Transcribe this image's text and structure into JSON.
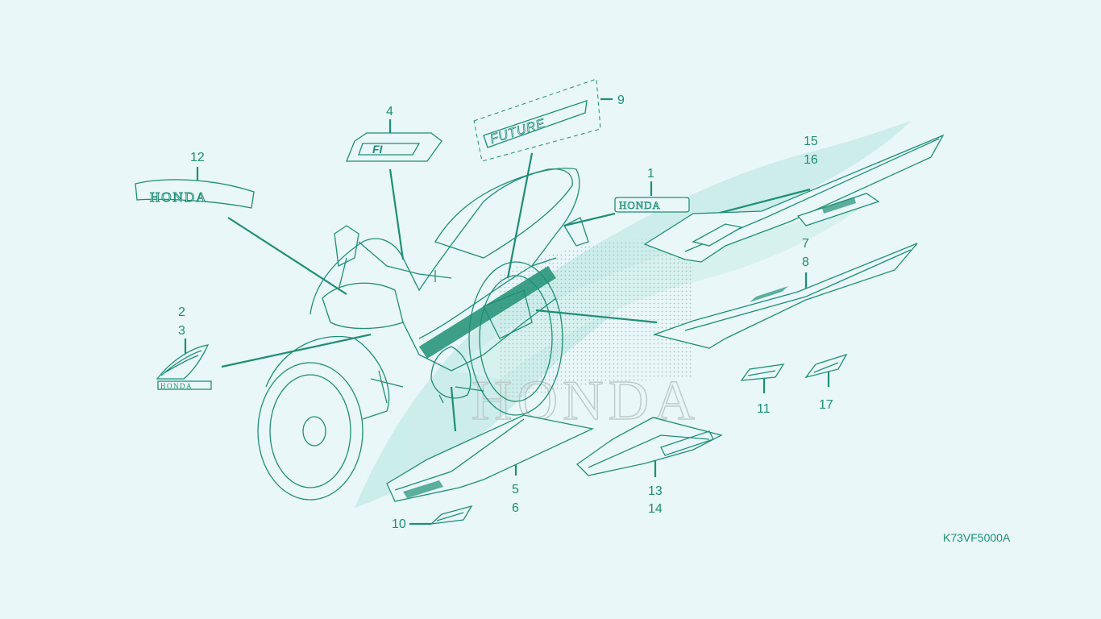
{
  "diagram": {
    "drawing_code": "K73VF5000A",
    "callouts": {
      "c1": "1",
      "c2": "2",
      "c3": "3",
      "c4": "4",
      "c5": "5",
      "c6": "6",
      "c7": "7",
      "c8": "8",
      "c9": "9",
      "c10": "10",
      "c11": "11",
      "c12": "12",
      "c13": "13",
      "c14": "14",
      "c15": "15",
      "c16": "16",
      "c17": "17"
    },
    "decal_text": {
      "honda": "HONDA",
      "future": "FUTURE",
      "fi": "FI"
    },
    "colors": {
      "line": "#1e8f74",
      "background": "#e9f7f9",
      "watermark": "#c9ece8"
    }
  }
}
